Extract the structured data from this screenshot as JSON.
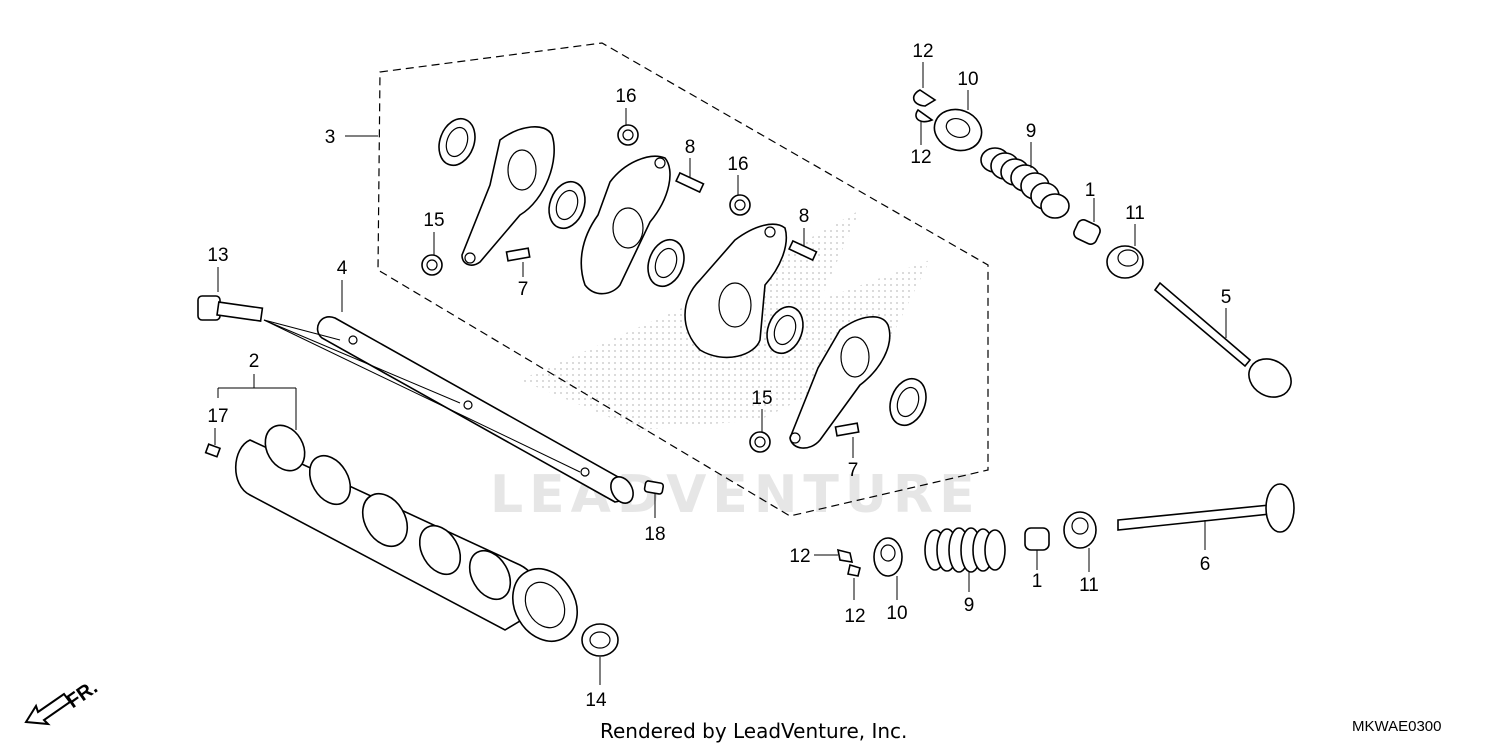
{
  "diagram": {
    "callouts": [
      {
        "id": "c1a",
        "label": "1"
      },
      {
        "id": "c1b",
        "label": "1"
      },
      {
        "id": "c2",
        "label": "2"
      },
      {
        "id": "c3",
        "label": "3"
      },
      {
        "id": "c4",
        "label": "4"
      },
      {
        "id": "c5",
        "label": "5"
      },
      {
        "id": "c6",
        "label": "6"
      },
      {
        "id": "c7a",
        "label": "7"
      },
      {
        "id": "c7b",
        "label": "7"
      },
      {
        "id": "c8a",
        "label": "8"
      },
      {
        "id": "c8b",
        "label": "8"
      },
      {
        "id": "c9a",
        "label": "9"
      },
      {
        "id": "c9b",
        "label": "9"
      },
      {
        "id": "c10a",
        "label": "10"
      },
      {
        "id": "c10b",
        "label": "10"
      },
      {
        "id": "c11a",
        "label": "11"
      },
      {
        "id": "c11b",
        "label": "11"
      },
      {
        "id": "c12a",
        "label": "12"
      },
      {
        "id": "c12b",
        "label": "12"
      },
      {
        "id": "c12c",
        "label": "12"
      },
      {
        "id": "c12d",
        "label": "12"
      },
      {
        "id": "c13",
        "label": "13"
      },
      {
        "id": "c14",
        "label": "14"
      },
      {
        "id": "c15a",
        "label": "15"
      },
      {
        "id": "c15b",
        "label": "15"
      },
      {
        "id": "c16a",
        "label": "16"
      },
      {
        "id": "c16b",
        "label": "16"
      },
      {
        "id": "c17",
        "label": "17"
      },
      {
        "id": "c18",
        "label": "18"
      }
    ],
    "direction_label": "FR.",
    "credit": "Rendered by LeadVenture, Inc.",
    "diagram_code": "MKWAE0300",
    "watermark": "LEADVENTURE"
  }
}
